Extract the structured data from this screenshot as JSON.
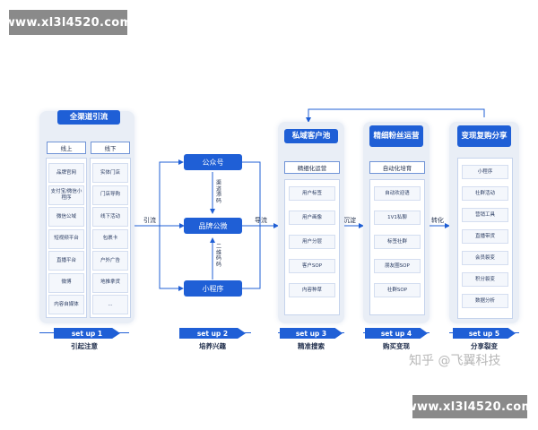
{
  "watermark": "www.xl3l4520.com",
  "zhihu": "知乎 @飞翼科技",
  "colors": {
    "primary": "#1f5fd6",
    "panel": "#e9eef6"
  },
  "stage1": {
    "title": "全渠道引流",
    "sub_left": "线上",
    "sub_right": "线下",
    "left_items": [
      "品牌官网",
      "支付宝/微信小程序",
      "微信公域",
      "短视频平台",
      "直播平台",
      "微博",
      "内容自媒体"
    ],
    "right_items": [
      "实体门店",
      "门店导购",
      "线下活动",
      "包裹卡",
      "户外广告",
      "地推拿货",
      "..."
    ],
    "step": "set up 1",
    "caption": "引起注意"
  },
  "stage2": {
    "top": "公众号",
    "center": "品牌公微",
    "bottom": "小程序",
    "v1": "渠道添码",
    "v2": "二维码码",
    "step": "set up 2",
    "caption": "培养兴趣"
  },
  "stage3": {
    "title": "私域客户池",
    "sub": "精细化运营",
    "items": [
      "用户标签",
      "用户画像",
      "用户分层",
      "客户SOP",
      "内容种草"
    ],
    "step": "set up 3",
    "caption": "精准搜索"
  },
  "stage4": {
    "title": "精细粉丝运营",
    "sub": "自动化培育",
    "items": [
      "自动欢迎语",
      "1V1私聊",
      "标签社群",
      "朋友圈SOP",
      "社群SOP"
    ],
    "step": "set up 4",
    "caption": "购买变现"
  },
  "stage5": {
    "title": "变现复购分享",
    "items": [
      "小程序",
      "社群活动",
      "营销工具",
      "直播带货",
      "会员裂变",
      "积分裂变",
      "数据分析"
    ],
    "step": "set up 5",
    "caption": "分享裂变"
  },
  "flow": {
    "a1": "引流",
    "a2": "导流",
    "a3": "沉淀",
    "a4": "转化"
  }
}
